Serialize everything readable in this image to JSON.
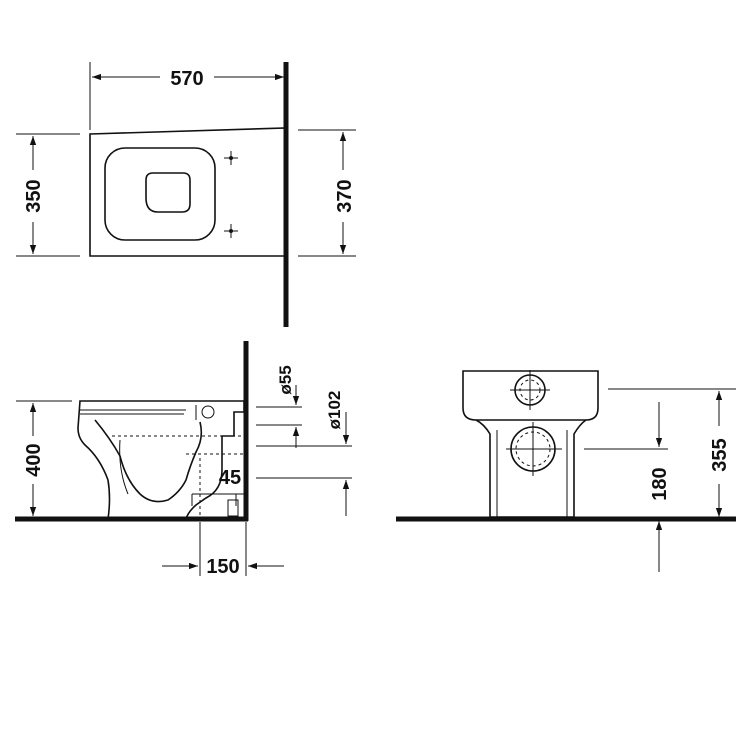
{
  "top_view": {
    "dims": {
      "width": "570",
      "depth_left": "350",
      "depth_right": "370"
    }
  },
  "side_view": {
    "dims": {
      "height": "400",
      "pipe_small": "ø55",
      "pipe_large": "ø102",
      "outlet": "45",
      "offset": "150"
    }
  },
  "rear_view": {
    "dims": {
      "inlet_height": "180",
      "total_height": "355"
    }
  }
}
